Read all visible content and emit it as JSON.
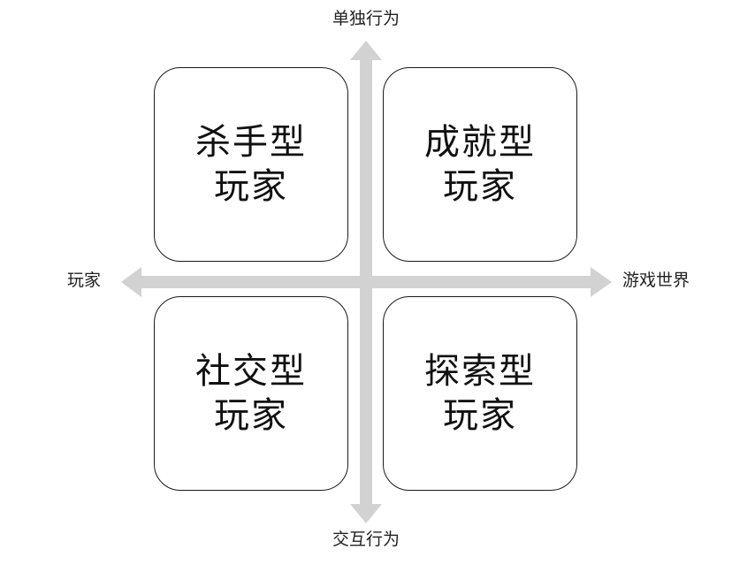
{
  "axes": {
    "top": "单独行为",
    "bottom": "交互行为",
    "left": "玩家",
    "right": "游戏世界"
  },
  "quadrants": {
    "top_left": {
      "line1": "杀手型",
      "line2": "玩家"
    },
    "top_right": {
      "line1": "成就型",
      "line2": "玩家"
    },
    "bottom_left": {
      "line1": "社交型",
      "line2": "玩家"
    },
    "bottom_right": {
      "line1": "探索型",
      "line2": "玩家"
    }
  },
  "colors": {
    "axis": "#d2d2d2",
    "border": "#1a1a1a",
    "text": "#111111"
  }
}
